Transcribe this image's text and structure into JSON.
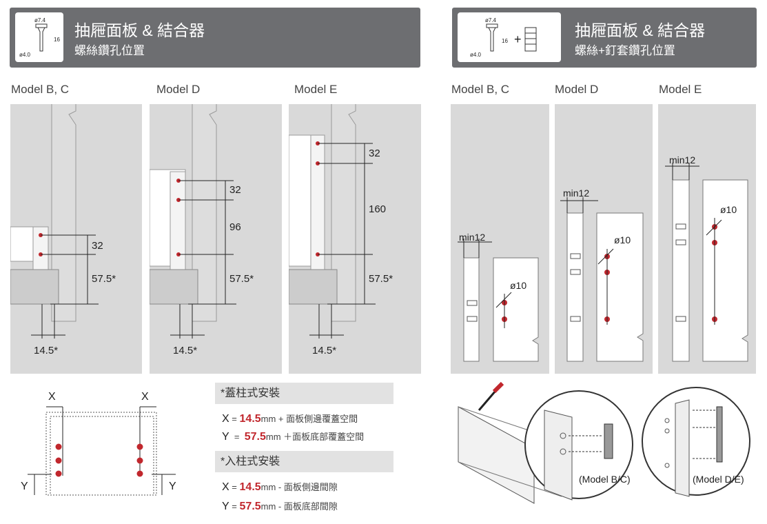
{
  "left_header": {
    "title": "抽屜面板 & 結合器",
    "subtitle": "螺絲鑽孔位置",
    "icon": "screw-icon",
    "icon_labels": {
      "head": "ø7.4",
      "shank": "ø4.0",
      "length": "16"
    }
  },
  "right_header": {
    "title": "抽屜面板 & 結合器",
    "subtitle": "螺絲+釘套鑽孔位置",
    "icon": "screw-plus-dowel-icon",
    "icon_labels": {
      "head": "ø7.4",
      "shank": "ø4.0",
      "length": "16"
    }
  },
  "left_models": [
    {
      "label": "Model B, C",
      "dims": [
        "32",
        "57.5*",
        "14.5*"
      ]
    },
    {
      "label": "Model D",
      "dims": [
        "32",
        "96",
        "57.5*",
        "14.5*"
      ]
    },
    {
      "label": "Model E",
      "dims": [
        "32",
        "160",
        "57.5*",
        "14.5*"
      ]
    }
  ],
  "right_models": [
    {
      "label": "Model B, C",
      "min": "min12",
      "dia": "ø10"
    },
    {
      "label": "Model D",
      "min": "min12",
      "dia": "ø10"
    },
    {
      "label": "Model E",
      "min": "min12",
      "dia": "ø10"
    }
  ],
  "xy_diagram": {
    "x": "X",
    "y": "Y"
  },
  "overlay": {
    "title": "*蓋柱式安裝",
    "x_label": "X",
    "x_eq": "=",
    "x_val": "14.5",
    "x_unit": "mm + 面板側邊覆蓋空間",
    "y_label": "Y",
    "y_eq": "=",
    "y_val": "57.5",
    "y_unit": "mm ＋面板底部覆蓋空間"
  },
  "inset": {
    "title": "*入柱式安裝",
    "x_label": "X",
    "x_eq": "=",
    "x_val": "14.5",
    "x_unit": "mm - 面板側邊間隙",
    "y_label": "Y",
    "y_eq": "=",
    "y_val": "57.5",
    "y_unit": "mm - 面板底部間隙"
  },
  "assembly": {
    "label_bc": "(Model B/C)",
    "label_de": "(Model D/E)"
  },
  "colors": {
    "header": "#6d6e71",
    "panel": "#d9d9d9",
    "hole": "#c1272d"
  }
}
